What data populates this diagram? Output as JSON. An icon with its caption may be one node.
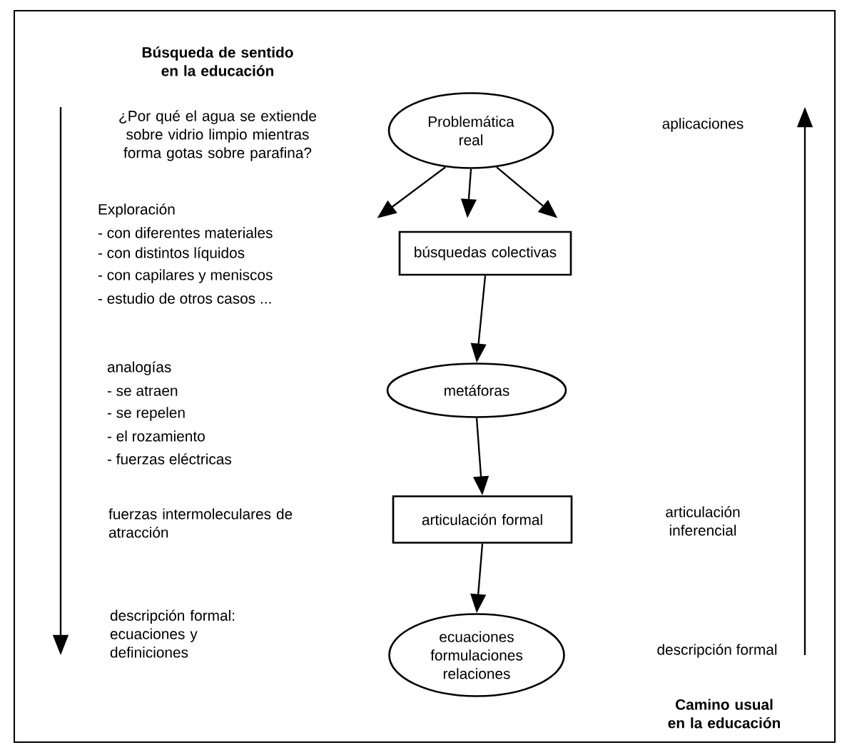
{
  "diagram": {
    "nodes": [
      {
        "text": [
          "Problemática real"
        ]
      },
      {
        "text": [
          "búsquedas colectivas"
        ]
      },
      {
        "text": [
          "metáforas"
        ]
      },
      {
        "text": [
          "articulación formal"
        ]
      },
      {
        "text": [
          "ecuaciones formulaciones relaciones"
        ]
      }
    ],
    "edges": [
      {
        "from": 0,
        "to": 1,
        "arrow": "to"
      },
      {
        "from": 0,
        "to": 1,
        "arrow": "to"
      },
      {
        "from": 0,
        "to": 1,
        "arrow": "to"
      },
      {
        "from": 1,
        "to": 2,
        "arrow": "to"
      },
      {
        "from": 2,
        "to": 3,
        "arrow": "to"
      },
      {
        "from": 3,
        "to": 4,
        "arrow": "to"
      }
    ],
    "labels": [
      "Búsqueda de sentido en la educación",
      "¿Por qué el agua se extiende sobre vidrio limpio mientras forma gotas sobre parafina?",
      "aplicaciones",
      "Exploración",
      "- con diferentes materiales",
      "- con distintos líquidos",
      "- con capilares y meniscos",
      "- estudio de otros casos ...",
      "analogías",
      "- se atraen",
      "- se repelen",
      "- el rozamiento",
      "- fuerzas eléctricas",
      "fuerzas intermoleculares de atracción",
      "articulación inferencial",
      "descripción formal: ecuaciones y definiciones",
      "descripción formal",
      "Camino usual en la educación"
    ]
  }
}
